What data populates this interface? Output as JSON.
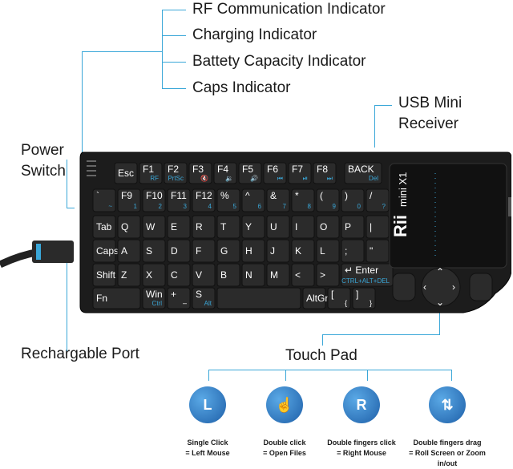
{
  "indicators": {
    "rf": "RF Communication Indicator",
    "charging": "Charging Indicator",
    "battery": "Battety Capacity Indicator",
    "caps": "Caps Indicator"
  },
  "usb": {
    "line1": "USB Mini",
    "line2": "Receiver"
  },
  "power": {
    "line1": "Power",
    "line2": "Switch"
  },
  "port": "Rechargable Port",
  "touchpad_label": "Touch Pad",
  "brand": "Rii",
  "model": "mini X1",
  "gestures": [
    {
      "icon": "single-tap-icon",
      "glyph": "L",
      "line1": "Single Click",
      "line2": "= Left  Mouse"
    },
    {
      "icon": "double-tap-icon",
      "glyph": "",
      "line1": "Double click",
      "line2": "= Open Files"
    },
    {
      "icon": "two-finger-tap-icon",
      "glyph": "R",
      "line1": "Double fingers click",
      "line2": "= Right Mouse"
    },
    {
      "icon": "two-finger-drag-icon",
      "glyph": "⇅",
      "line1": "Double fingers drag",
      "line2": "= Roll Screen or Zoom in/out"
    }
  ],
  "colors": {
    "accent": "#3aa7d8",
    "body": "#1c1c1c",
    "key": "#2b2b2b"
  },
  "keys": {
    "fn_row": [
      {
        "t": "Esc",
        "s": ""
      },
      {
        "t": "F1",
        "s": "RF"
      },
      {
        "t": "F2",
        "s": "PrtSc"
      },
      {
        "t": "F3",
        "s": "🔇"
      },
      {
        "t": "F4",
        "s": "🔉"
      },
      {
        "t": "F5",
        "s": "🔊"
      },
      {
        "t": "F6",
        "s": "⏮"
      },
      {
        "t": "F7",
        "s": "⏯"
      },
      {
        "t": "F8",
        "s": "⏭"
      }
    ],
    "back": {
      "t": "BACK",
      "s": "Del"
    },
    "num_row": [
      {
        "t": "~",
        "s": "`"
      },
      {
        "t": "1",
        "s": "F9"
      },
      {
        "t": "2",
        "s": "F10"
      },
      {
        "t": "3",
        "s": "F11"
      },
      {
        "t": "4",
        "s": "F12"
      },
      {
        "t": "5",
        "s": "%"
      },
      {
        "t": "6",
        "s": "^"
      },
      {
        "t": "7",
        "s": "&"
      },
      {
        "t": "8",
        "s": "*"
      },
      {
        "t": "9",
        "s": "("
      },
      {
        "t": "0",
        "s": ")"
      },
      {
        "t": "?",
        "s": "/"
      }
    ],
    "q_row": [
      "Tab",
      "Q",
      "W",
      "E",
      "R",
      "T",
      "Y",
      "U",
      "I",
      "O",
      "P",
      "|"
    ],
    "a_row": [
      "Caps",
      "A",
      "S",
      "D",
      "F",
      "G",
      "H",
      "J",
      "K",
      "L",
      ";",
      "\""
    ],
    "z_row": [
      "Shift",
      "Z",
      "X",
      "C",
      "V",
      "B",
      "N",
      "M",
      "<",
      ">"
    ],
    "enter": {
      "t": "Enter",
      "s": "CTRL+ALT+DEL"
    },
    "bottom_row": [
      {
        "t": "Fn",
        "s": ""
      },
      {
        "t": "Ctrl",
        "s": "Win"
      },
      {
        "t": "–",
        "s": "+"
      },
      {
        "t": "Alt",
        "s": "S"
      },
      {
        "t": "",
        "s": ""
      },
      {
        "t": "AltGr",
        "s": ""
      },
      {
        "t": "{",
        "s": "["
      },
      {
        "t": "}",
        "s": "]"
      }
    ]
  }
}
